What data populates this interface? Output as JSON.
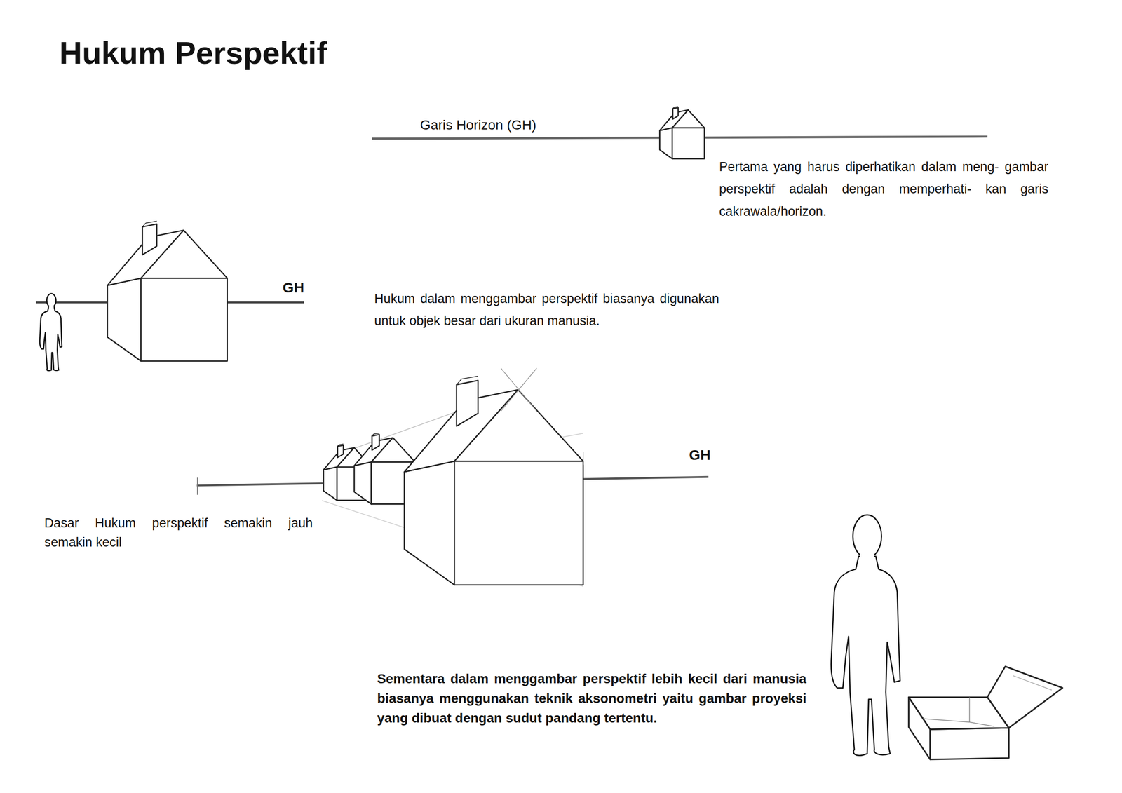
{
  "diagram": {
    "title": "Hukum Perspektif",
    "labels": [
      "Garis Horizon (GH)",
      "Pertama yang harus diperhatikan dalam meng- gambar perspektif adalah dengan memperhati- kan garis cakrawala/horizon.",
      "GH",
      "Hukum dalam menggambar perspektif biasanya digunakan untuk objek besar dari ukuran manusia.",
      "GH",
      "Dasar Hukum perspektif semakin jauh semakin kecil",
      "Sementara dalam menggambar perspektif lebih kecil dari manusia biasanya menggunakan teknik aksonometri yaitu gambar proyeksi yang dibuat dengan sudut pandang tertentu."
    ]
  }
}
